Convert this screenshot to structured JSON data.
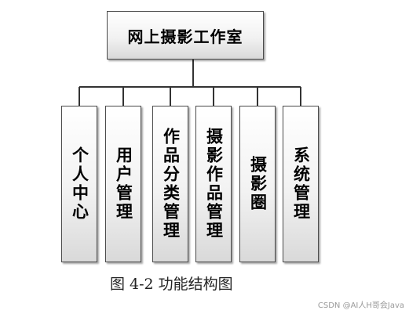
{
  "root": {
    "label": "网上摄影工作室"
  },
  "children": [
    {
      "label": "个人中心"
    },
    {
      "label": "用户管理"
    },
    {
      "label": "作品分类管理"
    },
    {
      "label": "摄影作品管理"
    },
    {
      "label": "摄影圈"
    },
    {
      "label": "系统管理"
    }
  ],
  "caption": "图 4-2 功能结构图",
  "watermark": "CSDN @AI人H哥会Java"
}
